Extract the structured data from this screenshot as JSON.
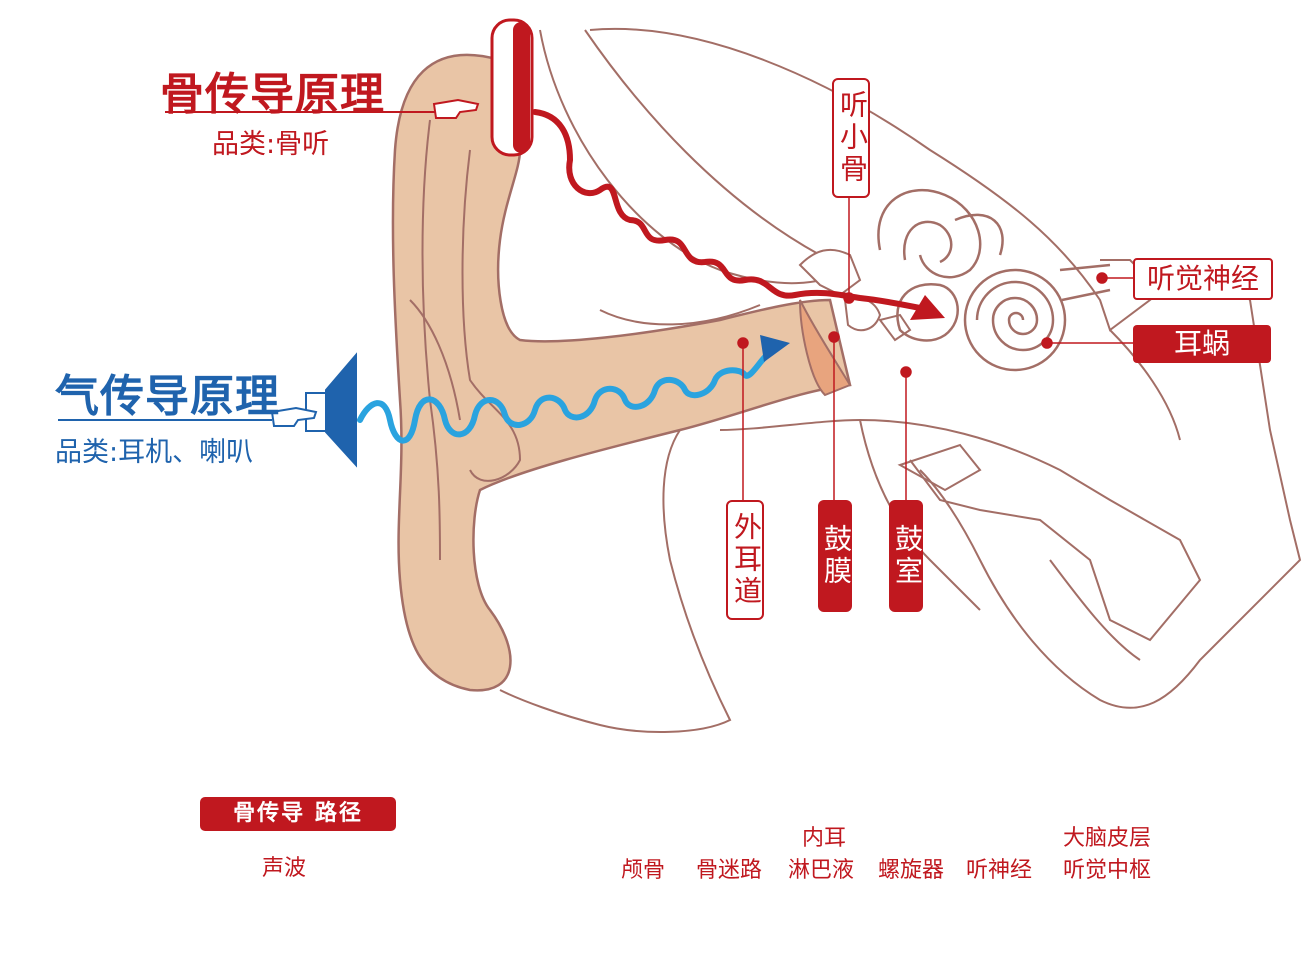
{
  "bone_conduction": {
    "title": "骨传导原理",
    "category": "品类:骨听"
  },
  "air_conduction": {
    "title": "气传导原理",
    "category": "品类:耳机、喇叭"
  },
  "anatomy_labels": {
    "ossicles": "听小骨",
    "auditory_nerve": "听觉神经",
    "cochlea": "耳蜗",
    "ear_canal": "外耳道",
    "eardrum": "鼓膜",
    "tympanic_cavity": "鼓室"
  },
  "bone_path": {
    "badge": "骨传导 路径",
    "steps": {
      "sound_wave": "声波",
      "skull": "颅骨",
      "labyrinth": "骨迷路",
      "inner_ear_top": "内耳",
      "lymph": "淋巴液",
      "organ_of_corti": "螺旋器",
      "nerve": "听神经",
      "cortex_top": "大脑皮层",
      "auditory_center": "听觉中枢"
    }
  },
  "colors": {
    "red": "#c0181f",
    "blue": "#1f63ad",
    "light_blue": "#2aa3df",
    "skin": "#e9c5a6",
    "outline": "#a36e66"
  }
}
